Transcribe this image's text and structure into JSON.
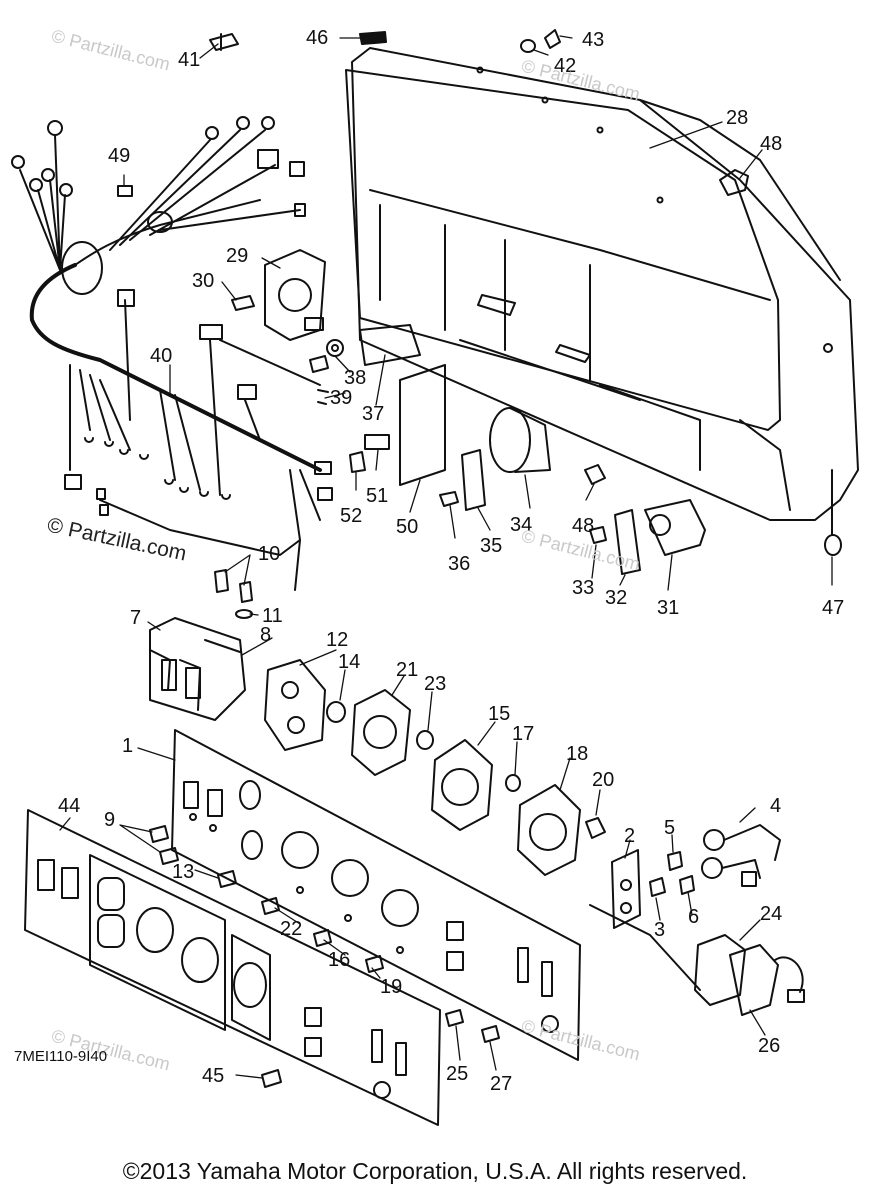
{
  "diagram": {
    "callouts": [
      {
        "id": "c41",
        "text": "41"
      },
      {
        "id": "c46",
        "text": "46"
      },
      {
        "id": "c43",
        "text": "43"
      },
      {
        "id": "c42",
        "text": "42"
      },
      {
        "id": "c28",
        "text": "28"
      },
      {
        "id": "c48a",
        "text": "48"
      },
      {
        "id": "c49",
        "text": "49"
      },
      {
        "id": "c29",
        "text": "29"
      },
      {
        "id": "c30",
        "text": "30"
      },
      {
        "id": "c40",
        "text": "40"
      },
      {
        "id": "c38",
        "text": "38"
      },
      {
        "id": "c39",
        "text": "39"
      },
      {
        "id": "c37",
        "text": "37"
      },
      {
        "id": "c51",
        "text": "51"
      },
      {
        "id": "c52",
        "text": "52"
      },
      {
        "id": "c50",
        "text": "50"
      },
      {
        "id": "c36",
        "text": "36"
      },
      {
        "id": "c35",
        "text": "35"
      },
      {
        "id": "c34",
        "text": "34"
      },
      {
        "id": "c48b",
        "text": "48"
      },
      {
        "id": "c33",
        "text": "33"
      },
      {
        "id": "c32",
        "text": "32"
      },
      {
        "id": "c31",
        "text": "31"
      },
      {
        "id": "c47",
        "text": "47"
      },
      {
        "id": "c10",
        "text": "10"
      },
      {
        "id": "c11",
        "text": "11"
      },
      {
        "id": "c7",
        "text": "7"
      },
      {
        "id": "c8",
        "text": "8"
      },
      {
        "id": "c12",
        "text": "12"
      },
      {
        "id": "c14",
        "text": "14"
      },
      {
        "id": "c21",
        "text": "21"
      },
      {
        "id": "c23",
        "text": "23"
      },
      {
        "id": "c15",
        "text": "15"
      },
      {
        "id": "c17",
        "text": "17"
      },
      {
        "id": "c18",
        "text": "18"
      },
      {
        "id": "c20",
        "text": "20"
      },
      {
        "id": "c1",
        "text": "1"
      },
      {
        "id": "c44",
        "text": "44"
      },
      {
        "id": "c9",
        "text": "9"
      },
      {
        "id": "c13",
        "text": "13"
      },
      {
        "id": "c2",
        "text": "2"
      },
      {
        "id": "c5",
        "text": "5"
      },
      {
        "id": "c4",
        "text": "4"
      },
      {
        "id": "c3",
        "text": "3"
      },
      {
        "id": "c6",
        "text": "6"
      },
      {
        "id": "c22",
        "text": "22"
      },
      {
        "id": "c16",
        "text": "16"
      },
      {
        "id": "c19",
        "text": "19"
      },
      {
        "id": "c24",
        "text": "24"
      },
      {
        "id": "c26",
        "text": "26"
      },
      {
        "id": "c25",
        "text": "25"
      },
      {
        "id": "c27",
        "text": "27"
      },
      {
        "id": "c45",
        "text": "45"
      }
    ]
  },
  "watermark_text": "© Partzilla.com",
  "diagram_code": "7MEI110-9I40",
  "copyright": "©2013 Yamaha Motor Corporation, U.S.A. All rights reserved.",
  "colors": {
    "line": "#111111",
    "watermark": "#c9c9c9",
    "background": "#ffffff"
  }
}
